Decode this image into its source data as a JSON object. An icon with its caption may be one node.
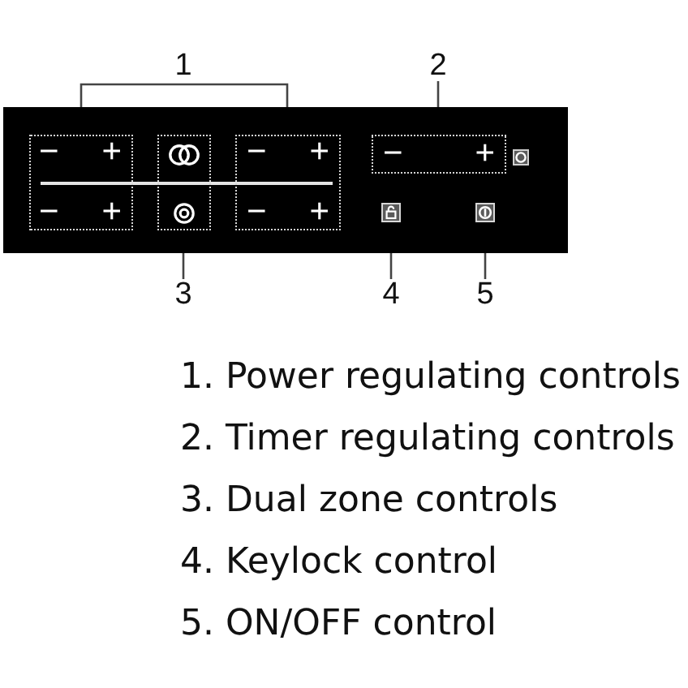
{
  "diagram": {
    "nodes": [
      {
        "text": [
          "2"
        ]
      },
      {
        "text": [],
        "shape": "box"
      },
      {
        "text": [
          "−",
          "+",
          "−",
          "+"
        ],
        "in": 1
      },
      {
        "text": [],
        "shape": "box",
        "in": 1
      },
      {
        "text": [
          "−",
          "+",
          "−",
          "+"
        ],
        "in": 1
      },
      {
        "text": [
          "−",
          "+"
        ],
        "in": 1
      },
      {
        "text": [
          "3"
        ]
      },
      {
        "text": [
          "4"
        ]
      },
      {
        "text": [
          "5"
        ]
      }
    ],
    "edges": [
      {
        "from": 0,
        "to": 1,
        "arrow": "none"
      },
      {
        "from": 6,
        "to": 1,
        "arrow": "none"
      },
      {
        "from": 7,
        "to": 1,
        "arrow": "none"
      },
      {
        "from": 8,
        "to": 1,
        "arrow": "none"
      }
    ],
    "labels": [
      "1",
      "1. Power regulating controls",
      "2. Timer regulating controls",
      "3. Dual zone controls",
      "4. Keylock control",
      "5. ON/OFF control"
    ]
  }
}
